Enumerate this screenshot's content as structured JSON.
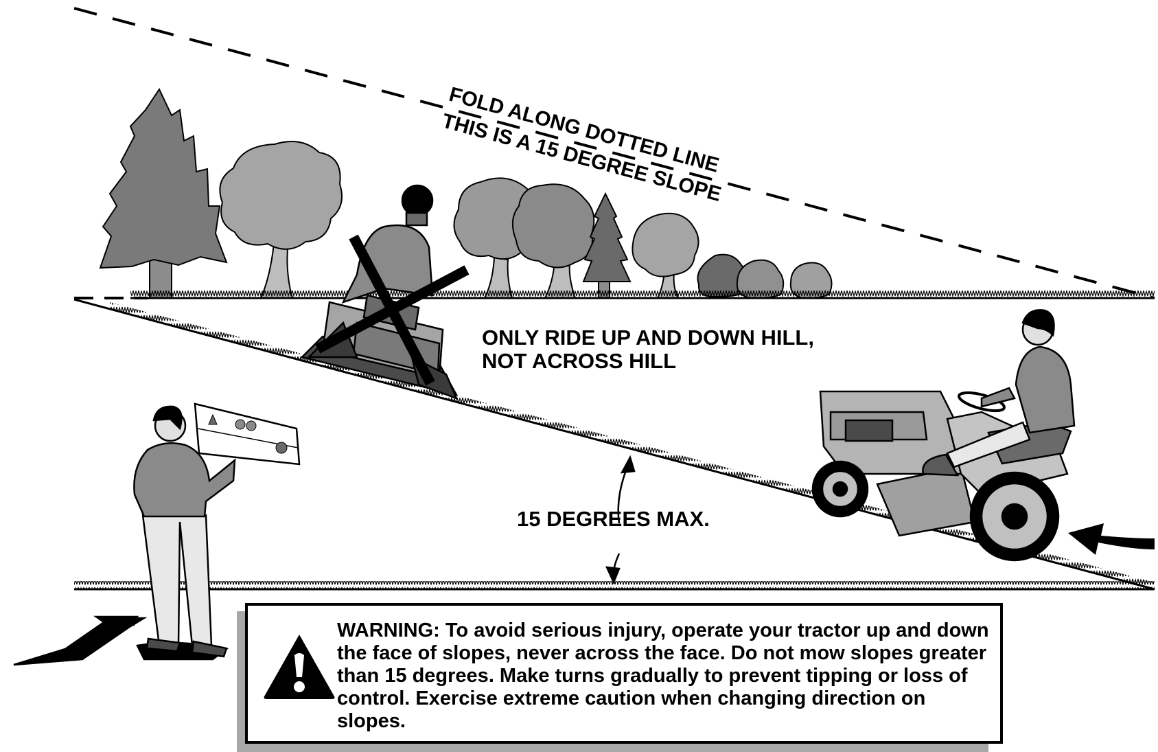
{
  "labels": {
    "fold_line_1": "FOLD ALONG DOTTED LINE",
    "fold_line_2": "THIS IS A 15 DEGREE SLOPE",
    "ride_line_1": "ONLY RIDE UP AND DOWN HILL,",
    "ride_line_2": "NOT ACROSS HILL",
    "max_angle": "15 DEGREES MAX."
  },
  "warning": {
    "text": "WARNING: To avoid serious injury, operate your tractor up and down the face of slopes, never across the face. Do not mow slopes greater than 15 degrees. Make turns gradually to prevent tipping or loss of control. Exercise extreme caution when changing direction on slopes."
  },
  "colors": {
    "ink": "#000000",
    "tree_dark": "#6a6a6a",
    "tree_mid": "#8c8c8c",
    "tree_light": "#a9a9a9",
    "shirt": "#8a8a8a",
    "pants": "#e8e8e8",
    "tractor_body": "#b4b4b4",
    "shadow": "#a8a8a8"
  },
  "icons": [
    "warning-triangle-icon",
    "prohibited-x-icon",
    "curved-arrow-icon"
  ]
}
